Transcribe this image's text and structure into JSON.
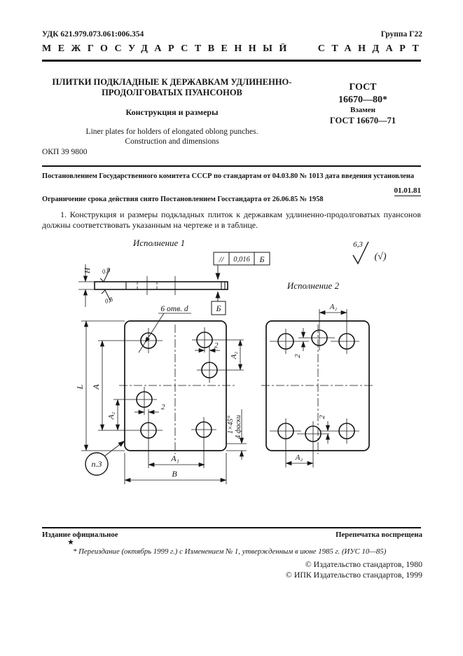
{
  "header": {
    "udk": "УДК 621.979.073.061:006.354",
    "group": "Группа Г22",
    "standard_type": "МЕЖГОСУДАРСТВЕННЫЙ СТАНДАРТ"
  },
  "title_block": {
    "title_line1": "ПЛИТКИ ПОДКЛАДНЫЕ К ДЕРЖАВКАМ УДЛИНЕННО-",
    "title_line2": "ПРОДОЛГОВАТЫХ ПУАНСОНОВ",
    "subtitle": "Конструкция и размеры",
    "title_en_line1": "Liner plates for holders of elongated oblong punches.",
    "title_en_line2": "Construction and dimensions",
    "gost_label": "ГОСТ",
    "gost_number": "16670—80*",
    "replaces_label": "Взамен",
    "replaces_number": "ГОСТ 16670—71",
    "okp": "ОКП 39 9800"
  },
  "decree": {
    "line1": "Постановлением Государственного комитета СССР по стандартам от 04.03.80 № 1013 дата введения установлена",
    "date": "01.01.81",
    "line2": "Ограничение срока действия снято Постановлением Госстандарта от 26.06.85 № 1958"
  },
  "body": {
    "paragraph1": "1. Конструкция и размеры подкладных плиток к державкам удлиненно-продолговатых пуансонов должны соответствовать указанным на чертеже и в таблице."
  },
  "drawing": {
    "variant1_label": "Исполнение 1",
    "variant2_label": "Исполнение 2",
    "roughness_local": "0,8",
    "roughness_general": "6,3",
    "roughness_general_note": "(√)",
    "tolerance_symbol": "//",
    "tolerance_value": "0,016",
    "tolerance_datum": "Б",
    "datum_label": "Б",
    "holes_note": "6 отв. d",
    "dim_H": "H",
    "dim_L": "L",
    "dim_A": "A",
    "dim_A1": "A₁",
    "dim_A2": "A₂",
    "dim_B": "В",
    "dim_2": "2",
    "chamfer_line1": "1×45°",
    "chamfer_line2": "4 фаски",
    "note_ref": "п.3"
  },
  "footer": {
    "official": "Издание официальное",
    "no_reprint": "Перепечатка воспрещена",
    "star": "★",
    "reissue_note": "* Переиздание (октябрь 1999 г.) с Изменением № 1, утвержденным в июне 1985 г. (ИУС 10—85)",
    "copyright1": "© Издательство стандартов, 1980",
    "copyright2": "© ИПК Издательство стандартов, 1999"
  }
}
